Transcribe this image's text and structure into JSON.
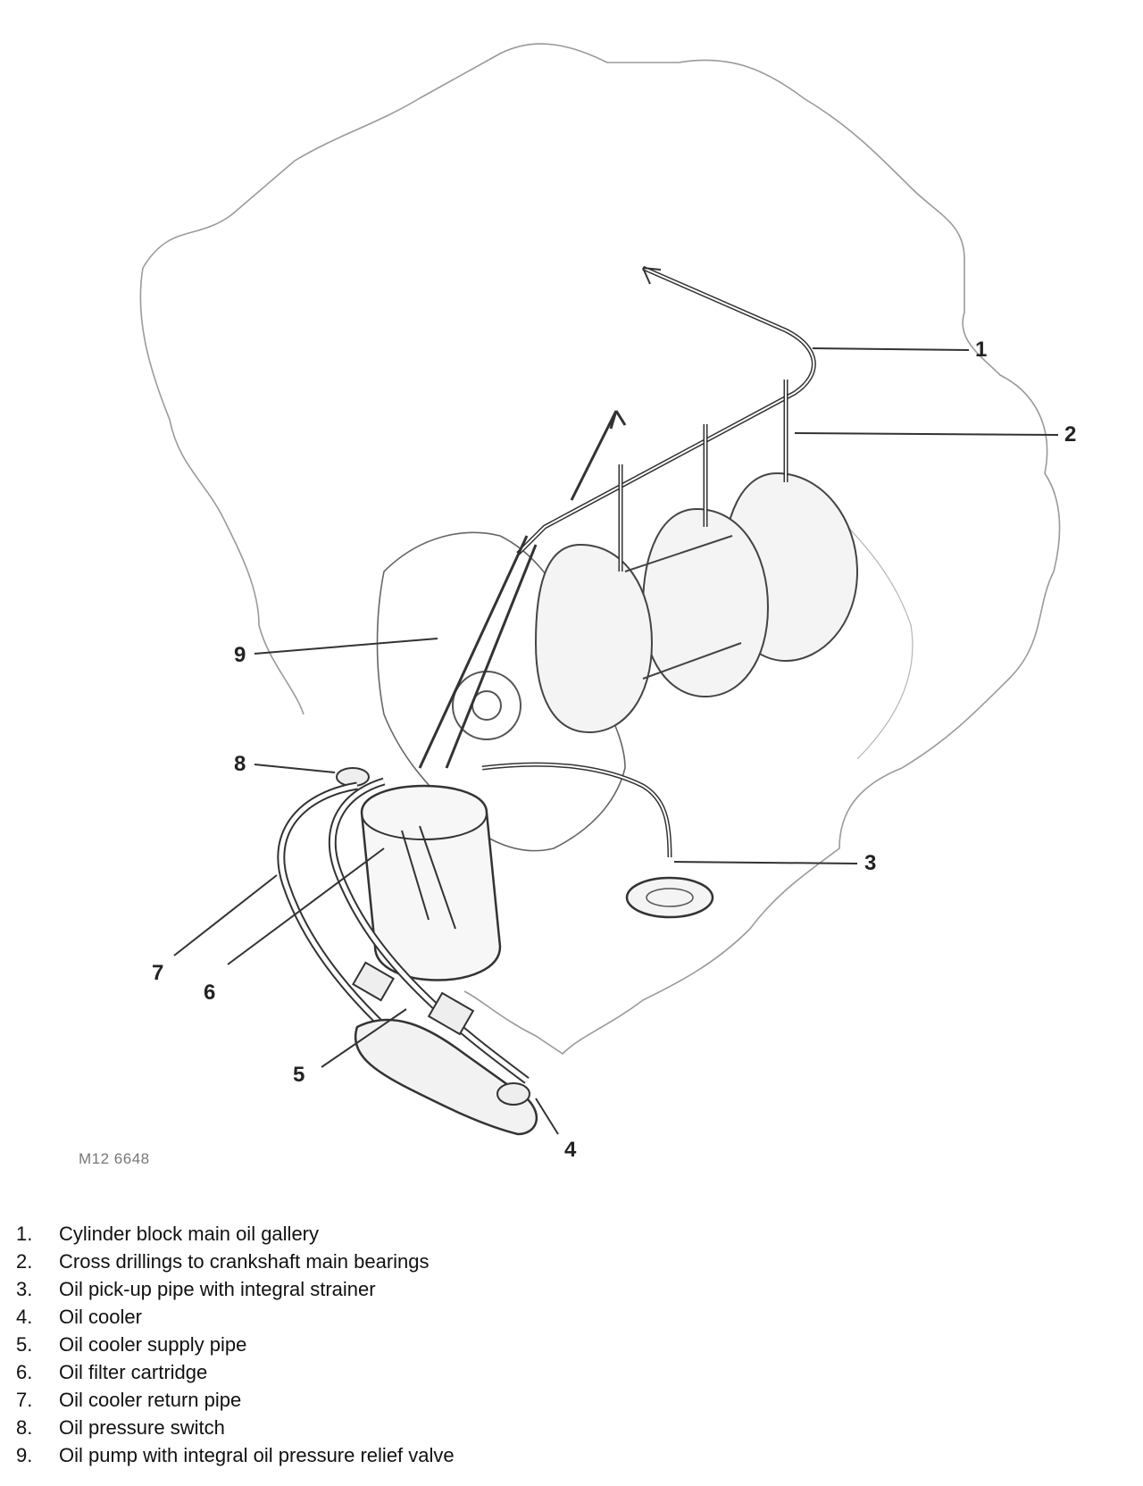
{
  "diagram": {
    "reference_code": "M12 6648",
    "callouts": [
      "1",
      "2",
      "3",
      "4",
      "5",
      "6",
      "7",
      "8",
      "9"
    ]
  },
  "legend": [
    {
      "number": "1.",
      "text": "Cylinder block main oil gallery"
    },
    {
      "number": "2.",
      "text": "Cross drillings to crankshaft main bearings"
    },
    {
      "number": "3.",
      "text": "Oil pick-up pipe with integral strainer"
    },
    {
      "number": "4.",
      "text": "Oil cooler"
    },
    {
      "number": "5.",
      "text": "Oil cooler supply pipe"
    },
    {
      "number": "6.",
      "text": "Oil filter cartridge"
    },
    {
      "number": "7.",
      "text": "Oil cooler return pipe"
    },
    {
      "number": "8.",
      "text": "Oil pressure switch"
    },
    {
      "number": "9.",
      "text": "Oil pump with integral oil pressure relief valve"
    }
  ]
}
